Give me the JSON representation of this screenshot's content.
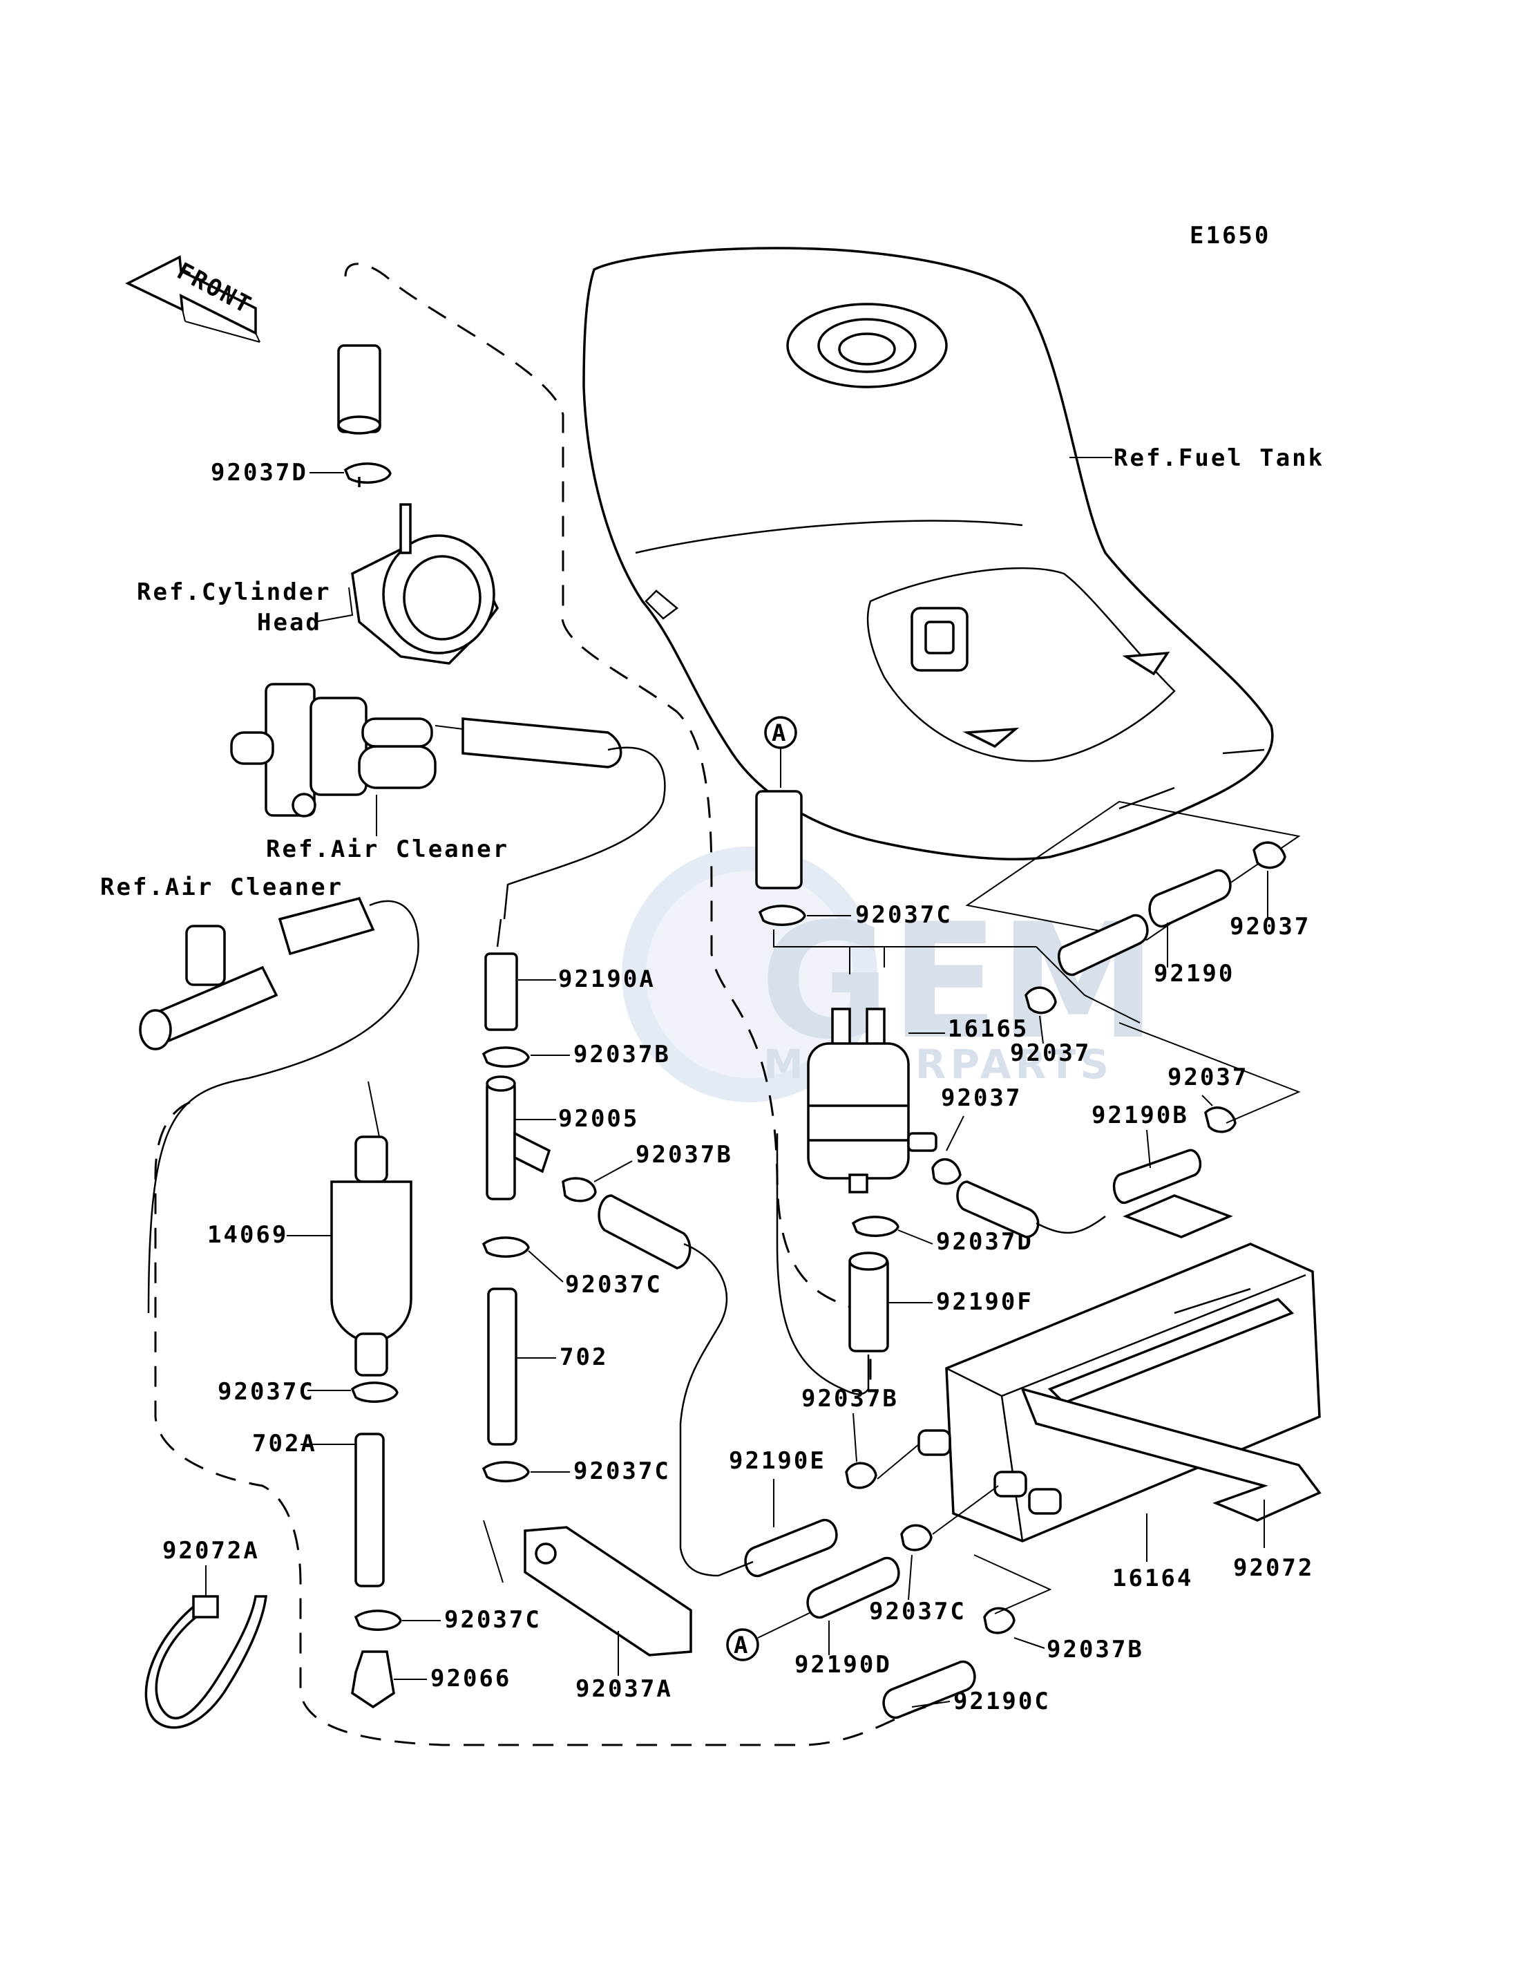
{
  "diagram_code": "E1650",
  "front_marker": "FRONT",
  "watermark": {
    "logo": "GEM",
    "subtitle": "MOTORPARTS",
    "color": "#a9bcd8"
  },
  "ref_labels": {
    "fuel_tank": "Ref.Fuel Tank",
    "cylinder_head_line1": "Ref.Cylinder",
    "cylinder_head_line2": "Head",
    "air_cleaner_1": "Ref.Air Cleaner",
    "air_cleaner_2": "Ref.Air Cleaner"
  },
  "connector_marks": {
    "top": "A",
    "bottom": "A"
  },
  "parts": {
    "p92037D_top": "92037D",
    "p92037C_top": "92037C",
    "p92190A": "92190A",
    "p92037B_a": "92037B",
    "p92005": "92005",
    "p92037B_b": "92037B",
    "p92037C_b": "92037C",
    "p702": "702",
    "p92037C_c": "92037C",
    "p14069": "14069",
    "p92037C_d": "92037C",
    "p702A": "702A",
    "p92072A": "92072A",
    "p92037C_e": "92037C",
    "p92066": "92066",
    "p92037A": "92037A",
    "p16165": "16165",
    "p92037_a": "92037",
    "p92190": "92190",
    "p92037_b": "92037",
    "p92037_c": "92037",
    "p92037_d": "92037",
    "p92190B": "92190B",
    "p92037D_mid": "92037D",
    "p92190F": "92190F",
    "p92037B_c": "92037B",
    "p92190E": "92190E",
    "p92037C_f": "92037C",
    "p92190D": "92190D",
    "p92037B_d": "92037B",
    "p92190C": "92190C",
    "p16164": "16164",
    "p92072": "92072"
  }
}
